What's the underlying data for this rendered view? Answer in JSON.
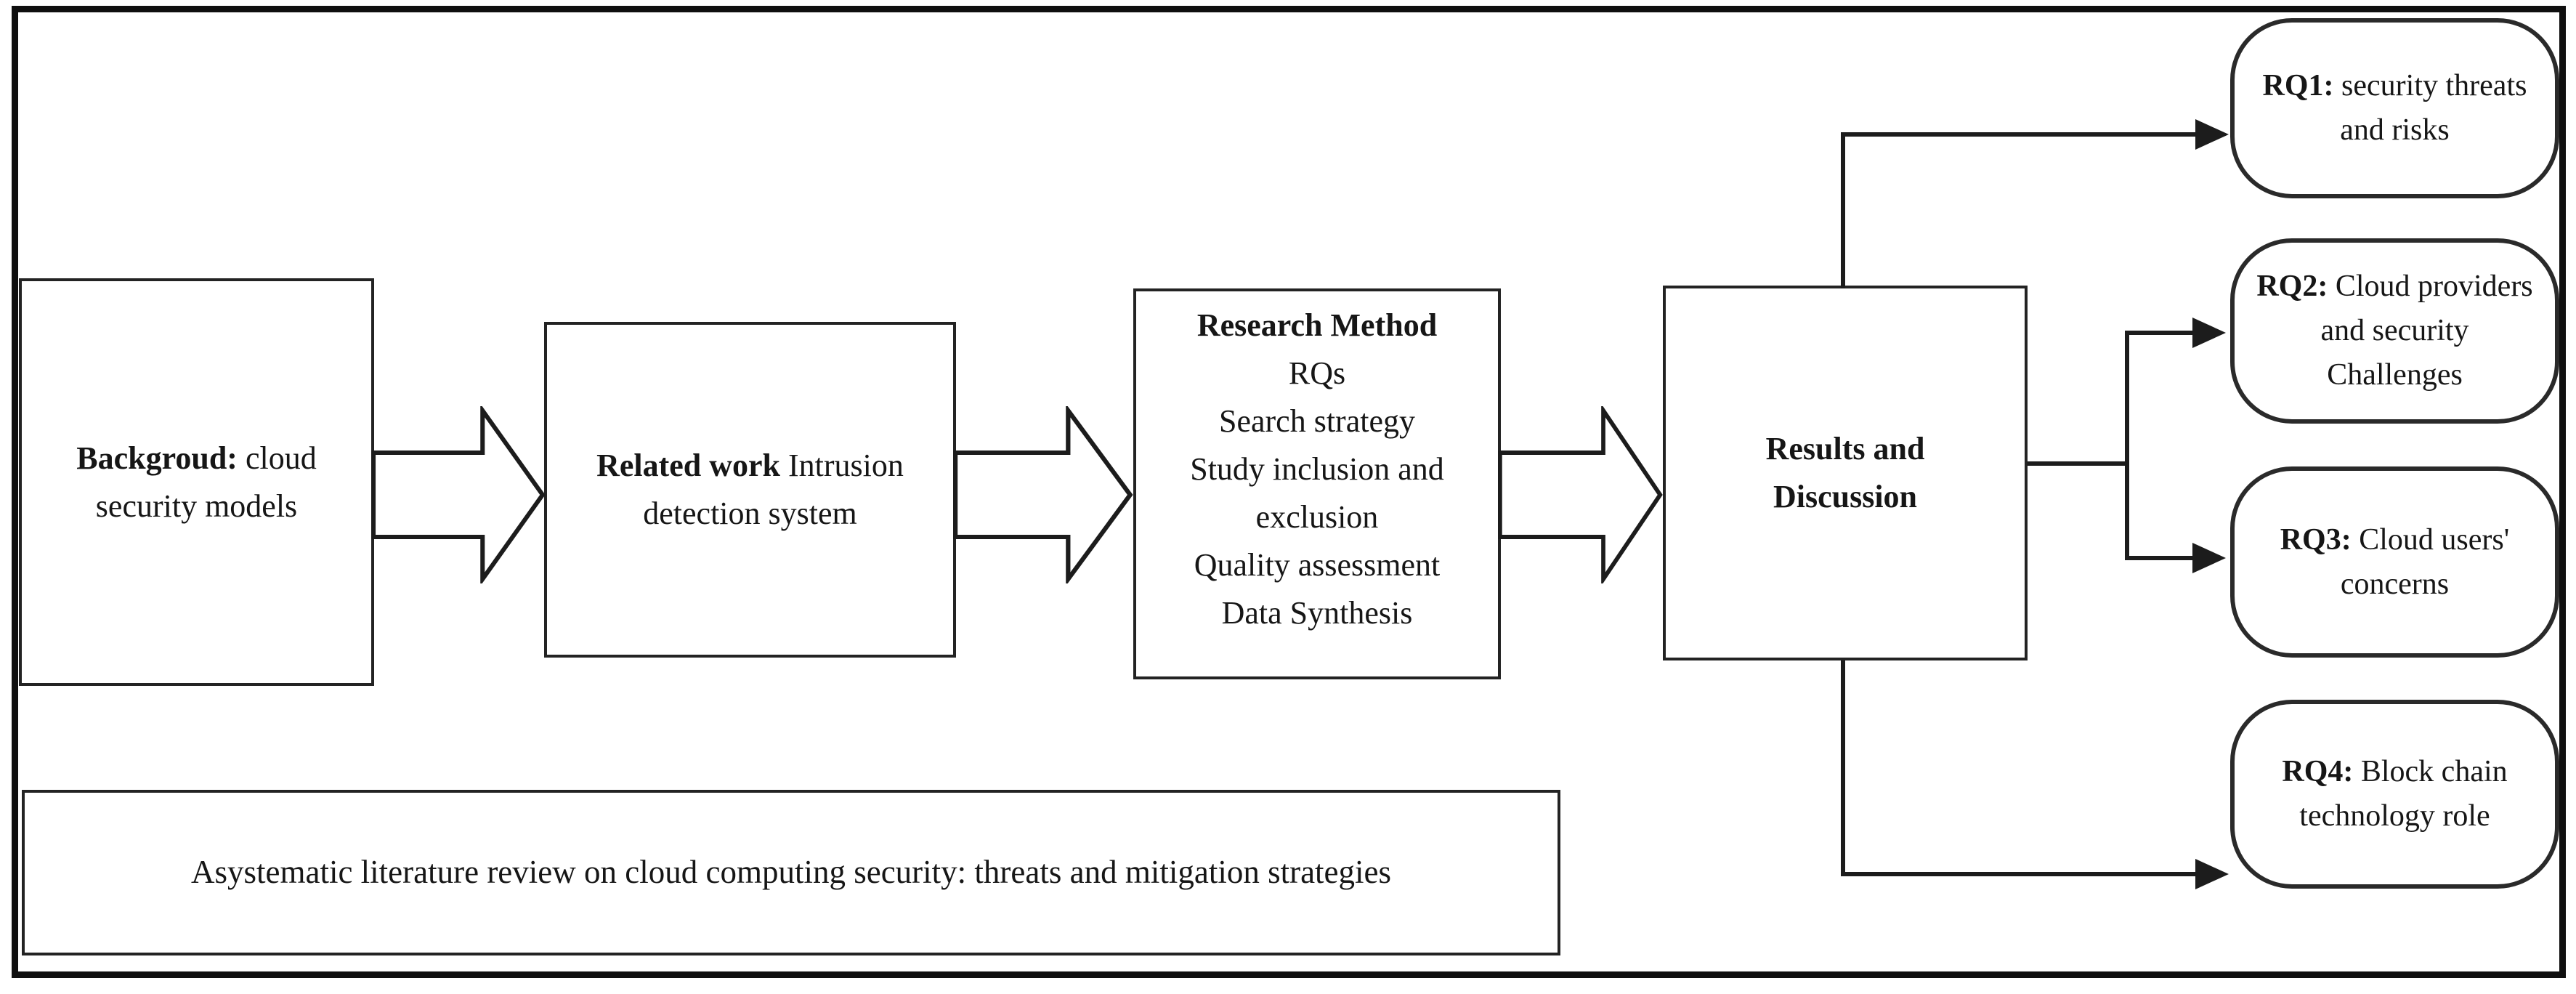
{
  "diagram": {
    "title_caption": "Asystematic literature review on cloud computing security: threats and mitigation strategies",
    "colors": {
      "line": "#1c1c1c",
      "background": "#ffffff"
    },
    "nodes": {
      "background": {
        "label_bold": "Backgroud:",
        "label_rest": "cloud security models"
      },
      "related_work": {
        "label_bold": "Related work",
        "label_rest": "Intrusion detection system"
      },
      "research_method": {
        "title": "Research Method",
        "items": [
          "RQs",
          "Search strategy",
          "Study inclusion and exclusion",
          "Quality assessment",
          "Data Synthesis"
        ]
      },
      "results": {
        "label": "Results and Discussion"
      },
      "rq1": {
        "label_bold": "RQ1:",
        "label_rest": "security threats and risks"
      },
      "rq2": {
        "label_bold": "RQ2:",
        "label_rest": "Cloud providers and security Challenges"
      },
      "rq3": {
        "label_bold": "RQ3:",
        "label_rest": "Cloud users' concerns"
      },
      "rq4": {
        "label_bold": "RQ4:",
        "label_rest": "Block chain technology role"
      }
    },
    "connectors": {
      "flow1": "background-to-related-work",
      "flow2": "related-work-to-research-method",
      "flow3": "research-method-to-results",
      "out1": "results-to-rq1",
      "out2": "results-to-rq2",
      "out3": "results-to-rq3",
      "out4": "results-to-rq4"
    }
  }
}
